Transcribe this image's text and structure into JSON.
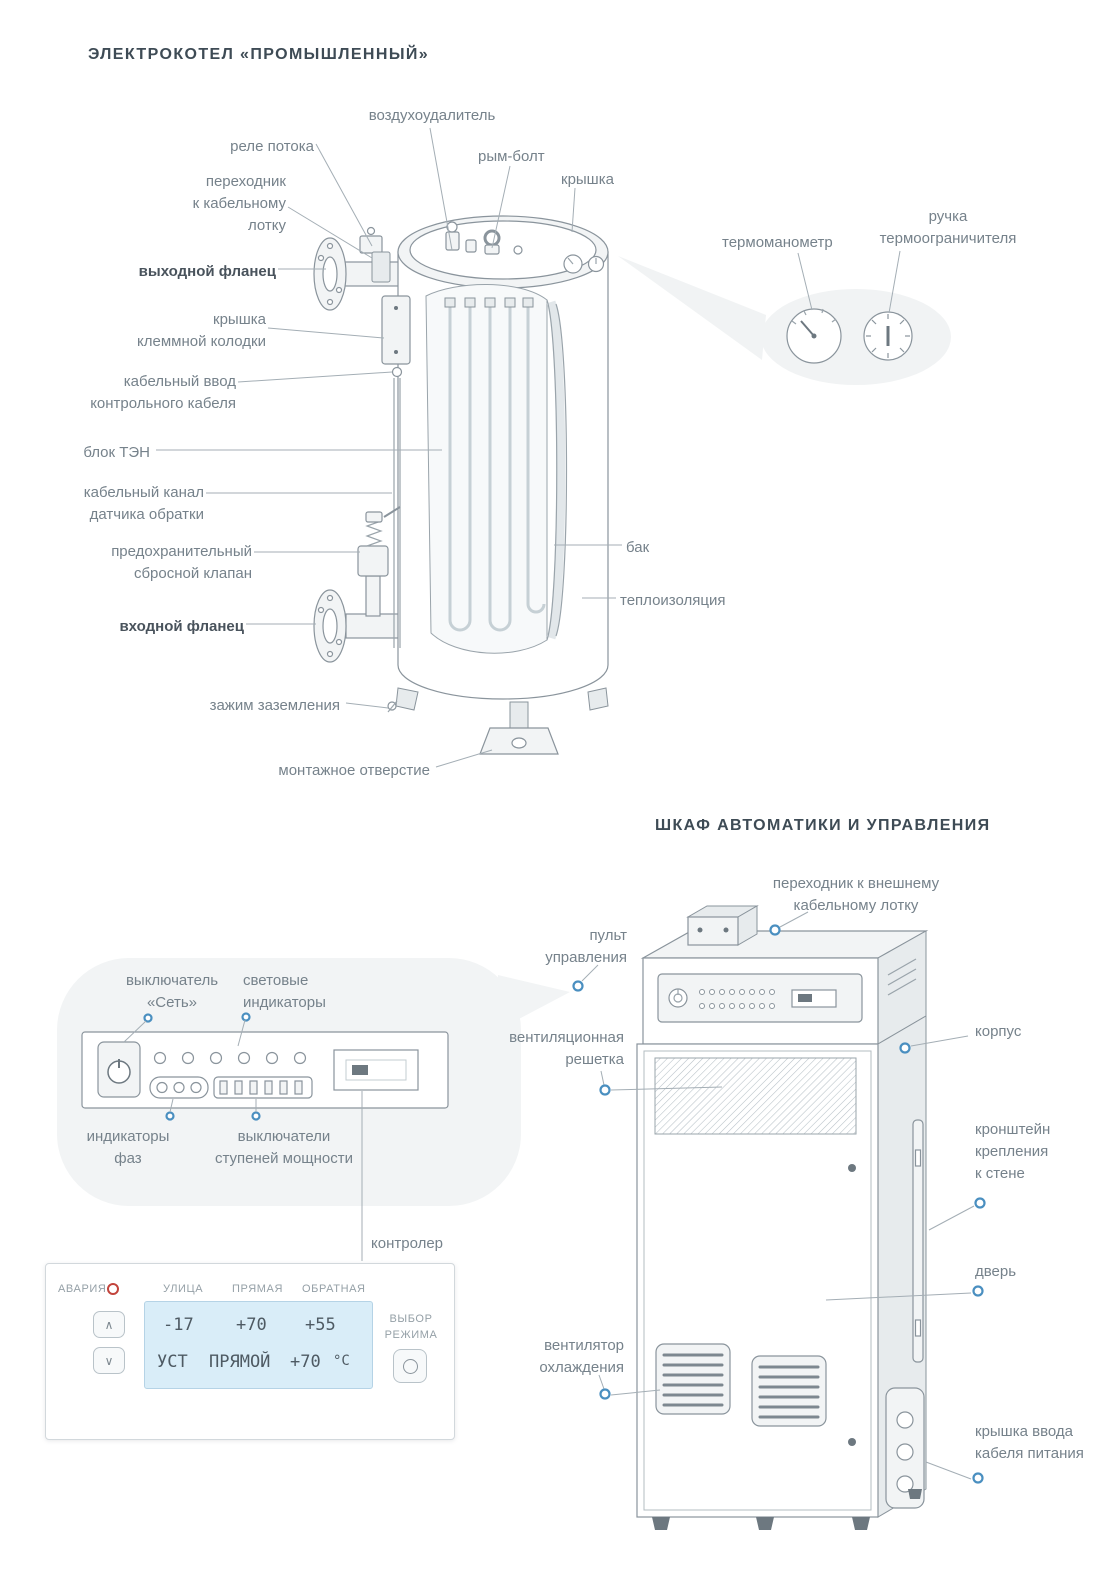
{
  "boiler": {
    "title": "ЭЛЕКТРОКОТЕЛ «ПРОМЫШЛЕННЫЙ»",
    "labels": {
      "air_vent": "воздухоудалитель",
      "flow_relay": "реле потока",
      "eye_bolt": "рым-болт",
      "lid": "крышка",
      "cable_tray_adapter": "переходник\nк кабельному\nлотку",
      "outlet_flange": "выходной фланец",
      "terminal_cover": "крышка\nклеммной колодки",
      "control_cable_entry": "кабельный ввод\nконтрольного кабеля",
      "heating_block": "блок ТЭН",
      "return_sensor_channel": "кабельный канал\nдатчика обратки",
      "safety_relief_valve": "предохранительный\nсбросной клапан",
      "inlet_flange": "входной фланец",
      "ground_clamp": "зажим заземления",
      "mounting_hole": "монтажное отверстие",
      "thermomanometer": "термоманометр",
      "limiter_handle": "ручка\nтермоограничителя",
      "tank": "бак",
      "insulation": "теплоизоляция"
    }
  },
  "cabinet": {
    "title": "ШКАФ АВТОМАТИКИ И УПРАВЛЕНИЯ",
    "labels": {
      "external_tray_adapter": "переходник к внешнему\nкабельному лотку",
      "control_panel": "пульт\nуправления",
      "vent_grille": "вентиляционная\nрешетка",
      "housing": "корпус",
      "wall_bracket": "кронштейн\nкрепления\nк стене",
      "door": "дверь",
      "cooling_fan": "вентилятор\nохлаждения",
      "power_cable_cover": "крышка ввода\nкабеля питания"
    }
  },
  "panel_callout": {
    "labels": {
      "power_switch": "выключатель\n«Сеть»",
      "light_indicators": "световые\nиндикаторы",
      "phase_indicators": "индикаторы\nфаз",
      "stage_switches": "выключатели\nступеней мощности",
      "controller": "контролер"
    }
  },
  "controller": {
    "alarm": "АВАРИЯ",
    "outdoor": "УЛИЦА",
    "supply": "ПРЯМАЯ",
    "return": "ОБРАТНАЯ",
    "values": {
      "outdoor": "-17",
      "supply": "+70",
      "return": "+55"
    },
    "set": {
      "label": "УСТ",
      "mode": "ПРЯМОЙ",
      "value": "+70",
      "unit": "°С"
    },
    "mode_select": "ВЫБОР\nРЕЖИМА",
    "up_glyph": "∧",
    "down_glyph": "∨"
  },
  "colors": {
    "accent_blue": "#4a8fc0",
    "alarm_red": "#c2443c"
  }
}
